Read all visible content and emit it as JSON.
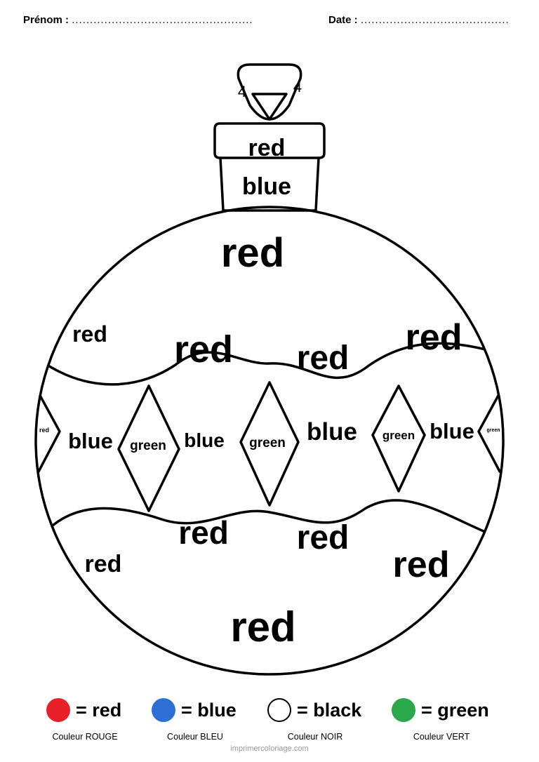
{
  "header": {
    "name_label": "Prénom :",
    "name_dots": "..................................................",
    "date_label": "Date :",
    "date_dots": "........................................."
  },
  "ornament": {
    "hanger_marks": [
      "4",
      "4"
    ],
    "cap_top": "red",
    "cap_bottom": "blue",
    "top_center": "red",
    "wave_top_row": [
      "red",
      "red",
      "red",
      "red"
    ],
    "middle_band": {
      "edge_left": "red",
      "blues": [
        "blue",
        "blue",
        "blue",
        "blue"
      ],
      "greens": [
        "green",
        "green",
        "green"
      ],
      "edge_right": "green"
    },
    "wave_bottom_row": [
      "red",
      "red",
      "red",
      "red"
    ],
    "bottom_center": "red"
  },
  "legend": [
    {
      "name": "red-swatch",
      "text": "= red",
      "caption": "Couleur ROUGE",
      "color": "#e8202a"
    },
    {
      "name": "blue-swatch",
      "text": "= blue",
      "caption": "Couleur BLEU",
      "color": "#2e6fd6"
    },
    {
      "name": "black-swatch",
      "text": "= black",
      "caption": "Couleur NOIR",
      "color": "#ffffff"
    },
    {
      "name": "green-swatch",
      "text": "= green",
      "caption": "Couleur VERT",
      "color": "#2aa84a"
    }
  ],
  "watermark": "imprimercoloriage.com"
}
